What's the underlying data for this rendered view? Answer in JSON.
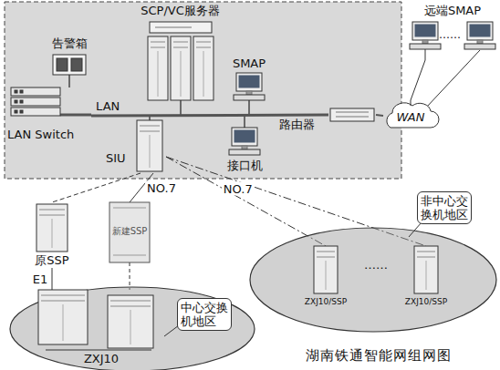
{
  "diagram": {
    "caption": "湖南铁通智能网组网图",
    "nodes": [
      {
        "text": [
          "SCP/VC服务器"
        ]
      },
      {
        "text": [
          "告警箱"
        ]
      },
      {
        "text": [
          "SMAP"
        ]
      },
      {
        "text": [
          "LAN Switch"
        ]
      },
      {
        "text": [
          "SIU"
        ]
      },
      {
        "text": [
          "接口机"
        ]
      },
      {
        "text": [
          "路由器"
        ]
      },
      {
        "text": [
          "远端SMAP"
        ]
      },
      {
        "text": [
          "WAN"
        ]
      },
      {
        "text": [
          "原SSP"
        ]
      },
      {
        "text": [
          "新建SSP"
        ]
      },
      {
        "text": [
          "中心交换机地区"
        ]
      },
      {
        "text": [
          "ZXJ10"
        ],
        "in": 11
      },
      {
        "text": [
          "非中心交换机地区"
        ]
      },
      {
        "text": [
          "ZXJ10/SSP"
        ],
        "in": 13
      },
      {
        "text": [
          "ZXJ10/SSP"
        ],
        "in": 13
      }
    ],
    "edges": [
      {
        "from": 3,
        "to": 6,
        "arrow": "none",
        "label": "LAN"
      },
      {
        "from": 6,
        "to": 8,
        "arrow": "none"
      },
      {
        "from": 8,
        "to": 7,
        "arrow": "none"
      },
      {
        "from": 4,
        "to": 9,
        "arrow": "none"
      },
      {
        "from": 4,
        "to": 10,
        "arrow": "none",
        "label": "NO.7"
      },
      {
        "from": 4,
        "to": 14,
        "arrow": "none",
        "label": "NO.7"
      },
      {
        "from": 4,
        "to": 15,
        "arrow": "none"
      },
      {
        "from": 9,
        "to": 12,
        "arrow": "none",
        "label": "E1"
      },
      {
        "from": 10,
        "to": 12,
        "arrow": "none"
      }
    ],
    "labels": [
      "……",
      "……"
    ]
  }
}
